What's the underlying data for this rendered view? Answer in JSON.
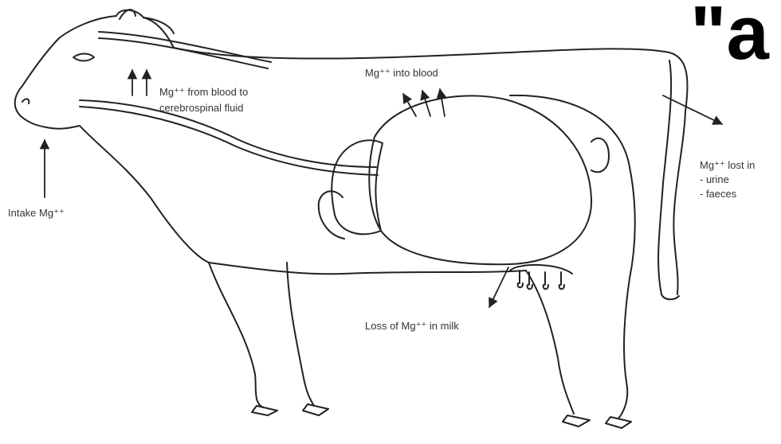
{
  "header_fragment": "\"a",
  "labels": {
    "intake": "Intake Mg⁺⁺",
    "blood_to_csf_line1": "Mg⁺⁺ from blood to",
    "blood_to_csf_line2": "cerebrospinal fluid",
    "into_blood": "Mg⁺⁺ into blood",
    "lost_in": "Mg⁺⁺ lost in",
    "lost_urine": "- urine",
    "lost_faeces": "- faeces",
    "loss_milk": "Loss of Mg⁺⁺ in milk"
  },
  "colors": {
    "line": "#222222",
    "text": "#333333",
    "background": "#ffffff"
  }
}
